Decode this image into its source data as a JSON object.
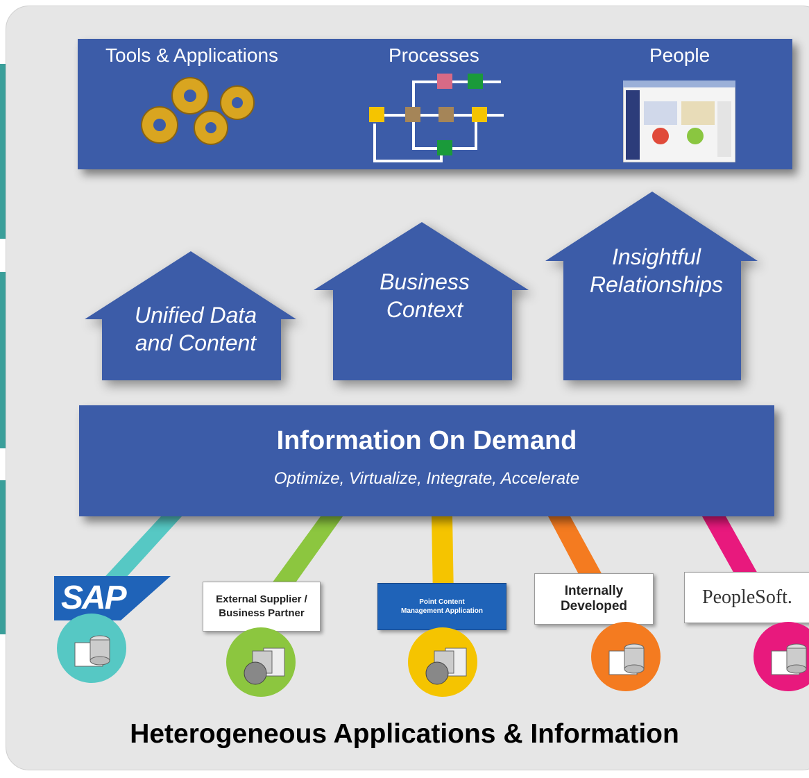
{
  "top": {
    "labels": [
      "Tools & Applications",
      "Processes",
      "People"
    ]
  },
  "houses": [
    {
      "line1": "Unified Data",
      "line2": "and Content"
    },
    {
      "line1": "Business",
      "line2": "Context"
    },
    {
      "line1": "Insightful",
      "line2": "Relationships"
    }
  ],
  "core": {
    "title": "Information On Demand",
    "subtitle": "Optimize, Virtualize, Integrate, Accelerate"
  },
  "sources": [
    {
      "label": "SAP",
      "color": "#56c8c4"
    },
    {
      "label": "External Supplier / Business Partner",
      "color": "#8cc63f"
    },
    {
      "label": "Point Content Management Application",
      "color": "#f5c400"
    },
    {
      "label": "Internally Developed",
      "color": "#f47b20"
    },
    {
      "label": "PeopleSoft.",
      "color": "#e8197d"
    }
  ],
  "footer": {
    "title": "Heterogeneous Applications & Information"
  }
}
